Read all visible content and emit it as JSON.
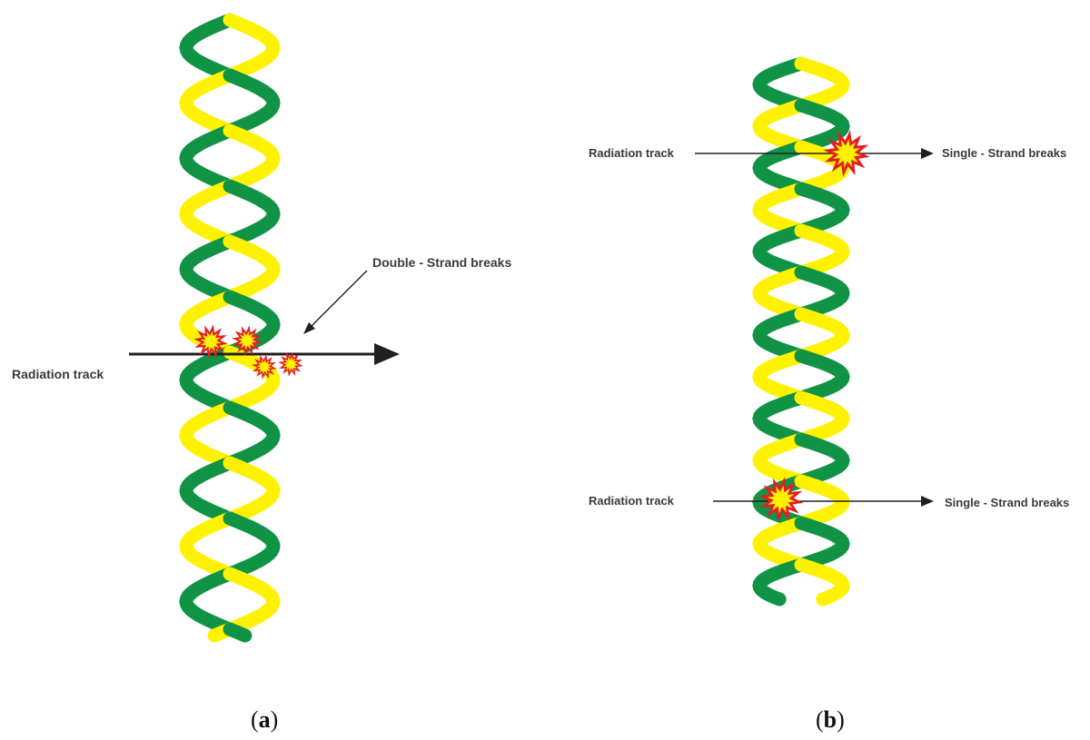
{
  "panel_a": {
    "caption_open": "(",
    "caption_letter": "a",
    "caption_close": ")",
    "radiation_label": "Radiation track",
    "break_label": "Double - Strand breaks"
  },
  "panel_b": {
    "caption_open": "(",
    "caption_letter": "b",
    "caption_close": ")",
    "top_radiation_label": "Radiation track",
    "top_break_label": "Single - Strand breaks",
    "bottom_radiation_label": "Radiation track",
    "bottom_break_label": "Single - Strand breaks"
  },
  "colors": {
    "strand_yellow": "#FFF200",
    "strand_green": "#109345",
    "arrow": "#231F20",
    "burst_outer": "#E31E24",
    "burst_inner": "#FFF200"
  }
}
